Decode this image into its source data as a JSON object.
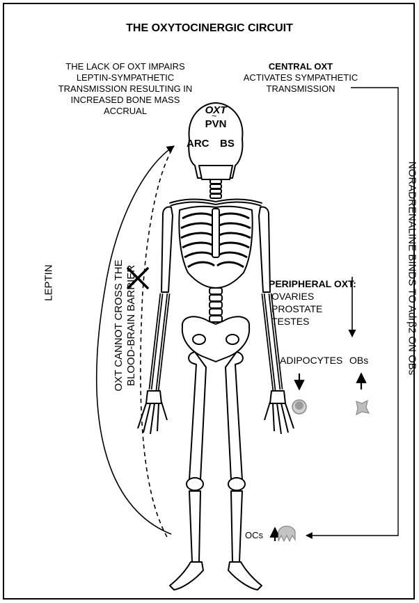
{
  "title": "THE OXYTOCINERGIC CIRCUIT",
  "left_note": {
    "lines": [
      "THE LACK OF OXT IMPAIRS",
      "LEPTIN-SYMPATHETIC",
      "TRANSMISSION RESULTING IN",
      "INCREASED BONE MASS",
      "ACCRUAL"
    ]
  },
  "central": {
    "heading": "CENTRAL OXT",
    "lines": [
      "ACTIVATES SYMPATHETIC",
      "TRANSMISSION"
    ]
  },
  "brain": {
    "oxt": "OXT",
    "pvn": "PVN",
    "arc": "ARC",
    "bs": "BS"
  },
  "right_vertical": "NORADRENALINE BINDS TO Adrβ2 ON OBs",
  "leptin_label": "LEPTIN",
  "barrier": {
    "line1": "OXT CANNOT CROSS THE",
    "line2": "BLOOD-BRAIN BARRIER"
  },
  "peripheral": {
    "heading": "PERIPHERAL OXT:",
    "items": [
      "OVARIES",
      "PROSTATE",
      "TESTES"
    ]
  },
  "adipocytes": "ADIPOCYTES",
  "obs": "OBs",
  "ocs": "OCs",
  "colors": {
    "line": "#000000",
    "bone": "#ffffff",
    "cell_grey": "#9a9a9a"
  }
}
